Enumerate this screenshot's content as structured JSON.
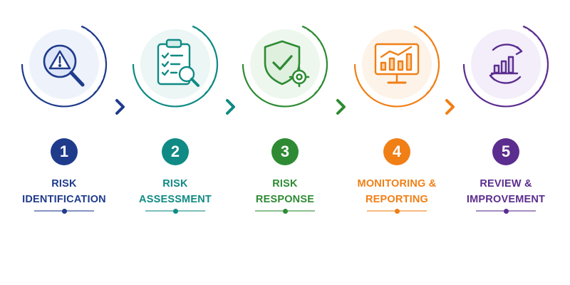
{
  "steps": [
    {
      "number": "1",
      "title_line1": "RISK",
      "title_line2": "IDENTIFICATION",
      "icon": "risk-search-icon",
      "color": "#1f3b8c"
    },
    {
      "number": "2",
      "title_line1": "RISK",
      "title_line2": "ASSESSMENT",
      "icon": "clipboard-checklist-icon",
      "color": "#0f8a84"
    },
    {
      "number": "3",
      "title_line1": "RISK",
      "title_line2": "RESPONSE",
      "icon": "shield-gear-icon",
      "color": "#2e8b33"
    },
    {
      "number": "4",
      "title_line1": "MONITORING &",
      "title_line2": "REPORTING",
      "icon": "monitor-chart-icon",
      "color": "#f07f16"
    },
    {
      "number": "5",
      "title_line1": "REVIEW &",
      "title_line2": "IMPROVEMENT",
      "icon": "cycle-chart-icon",
      "color": "#5b2d8e"
    }
  ],
  "connector_icon": "chevron-right-icon"
}
